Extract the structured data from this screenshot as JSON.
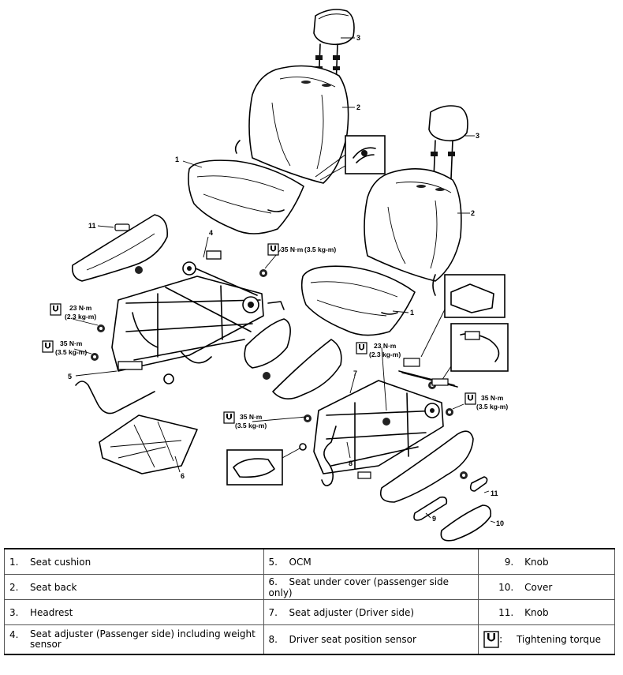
{
  "callouts": {
    "c1a": "1",
    "c2a": "2",
    "c3a": "3",
    "c4": "4",
    "c5": "5",
    "c6": "6",
    "c7": "7",
    "c8": "8",
    "c9": "9",
    "c10": "10",
    "c11a": "11",
    "c11b": "11",
    "c1b": "1",
    "c2b": "2",
    "c3b": "3"
  },
  "torques": {
    "t1_nm": "35 N·m",
    "t1_kg": "(3.5 kg-m)",
    "t2_nm": "23 N·m",
    "t2_kg": "(2.3 kg-m)",
    "t3_nm": "35 N·m",
    "t3_kg": "(3.5 kg-m)",
    "t4_nm": "23 N·m",
    "t4_kg": "(2.3 kg-m)",
    "t5_nm": "35 N·m",
    "t5_kg": "(3.5 kg-m)",
    "t6_nm": "35 N·m",
    "t6_kg": "(3.5 kg-m)"
  },
  "legend": {
    "row1": {
      "a_num": "1.",
      "a_text": "Seat cushion",
      "b_num": "5.",
      "b_text": "OCM",
      "c_num": "9.",
      "c_text": "Knob"
    },
    "row2": {
      "a_num": "2.",
      "a_text": "Seat back",
      "b_num": "6.",
      "b_text": "Seat under cover (passenger side only)",
      "c_num": "10.",
      "c_text": "Cover"
    },
    "row3": {
      "a_num": "3.",
      "a_text": "Headrest",
      "b_num": "7.",
      "b_text": "Seat adjuster (Driver side)",
      "c_num": "11.",
      "c_text": "Knob"
    },
    "row4": {
      "a_num": "4.",
      "a_text": "Seat adjuster (Passenger side) including weight sensor",
      "b_num": "8.",
      "b_text": "Driver seat position sensor",
      "c_sep": ":",
      "c_text": "Tightening torque"
    }
  },
  "icons": {
    "torque": "tightening-torque-icon"
  }
}
